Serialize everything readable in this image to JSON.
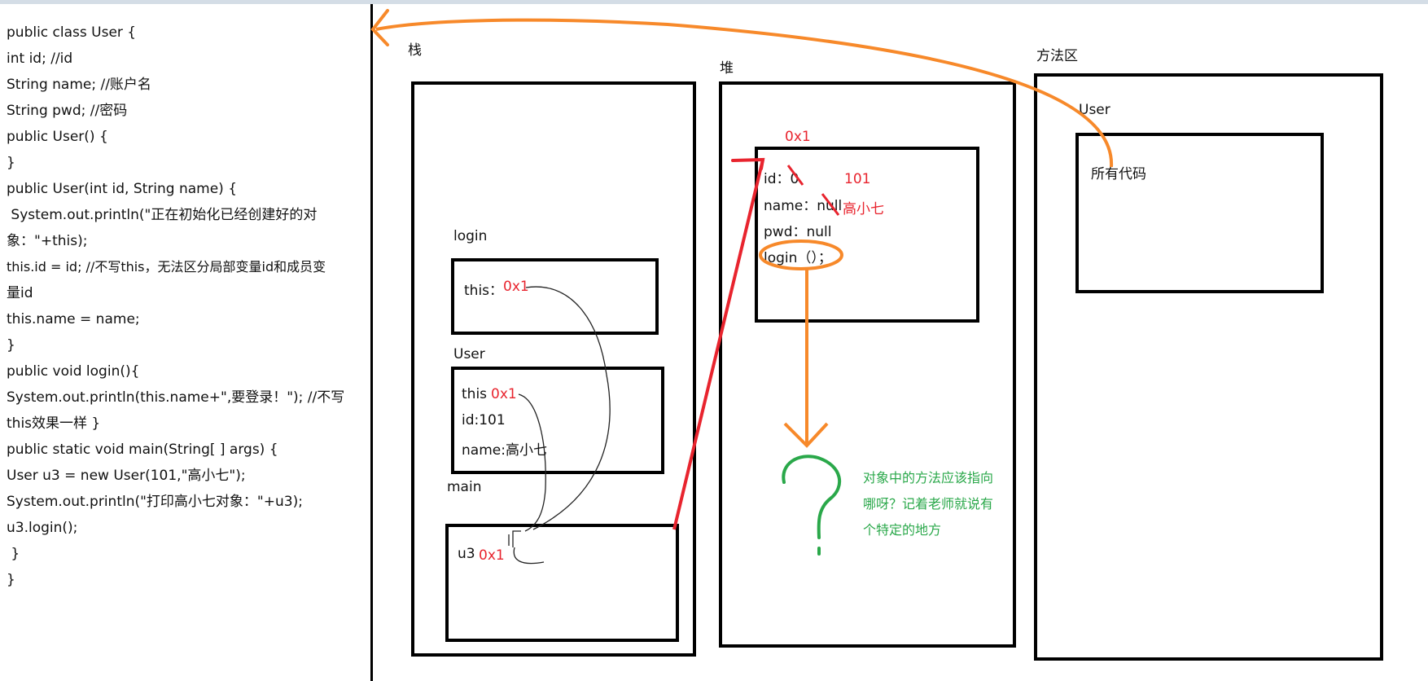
{
  "code_lines": [
    "public class User {",
    "int id; //id",
    "String name; //账户名",
    "String pwd; //密码",
    "public User() {",
    "}",
    "public User(int id, String name) {",
    " System.out.println(\"正在初始化已经创建好的对",
    "象：\"+this);",
    "this.id = id; //不写this，无法区分局部变量id和成员变",
    "量id",
    "this.name = name;",
    "}",
    "public void login(){",
    "System.out.println(this.name+\",要登录！\"); //不写",
    "this效果一样 }",
    "public static void main(String[ ] args) {",
    "User u3 = new User(101,\"高小七\");",
    "System.out.println(\"打印高小七对象：\"+u3);",
    "u3.login();",
    " }",
    "}"
  ],
  "areas": {
    "stack_label": "栈",
    "heap_label": "堆",
    "method_area_label": "方法区"
  },
  "stack": {
    "login_frame_label": "login",
    "login_this_label": "this：",
    "login_this_value": "0x1",
    "user_frame_label": "User",
    "user_this_label": "this",
    "user_this_value": "0x1",
    "user_id": "id:101",
    "user_name": "name:高小七",
    "main_frame_label": "main",
    "main_var_label": "u3",
    "main_var_value": "0x1"
  },
  "heap": {
    "object_address": "0x1",
    "id_field": "id：0",
    "id_new_value": "101",
    "name_field": "name：null",
    "name_new_value": "高小七",
    "pwd_field": "pwd：null",
    "login_method": "login（）；"
  },
  "method_area": {
    "class_label": "User",
    "class_content": "所有代码"
  },
  "question": {
    "line1": "对象中的方法应该指向",
    "line2": "哪呀？记着老师就说有",
    "line3": "个特定的地方"
  },
  "colors": {
    "red": "#e8242e",
    "orange": "#f7892a",
    "green": "#2aa84a",
    "black": "#000000"
  }
}
